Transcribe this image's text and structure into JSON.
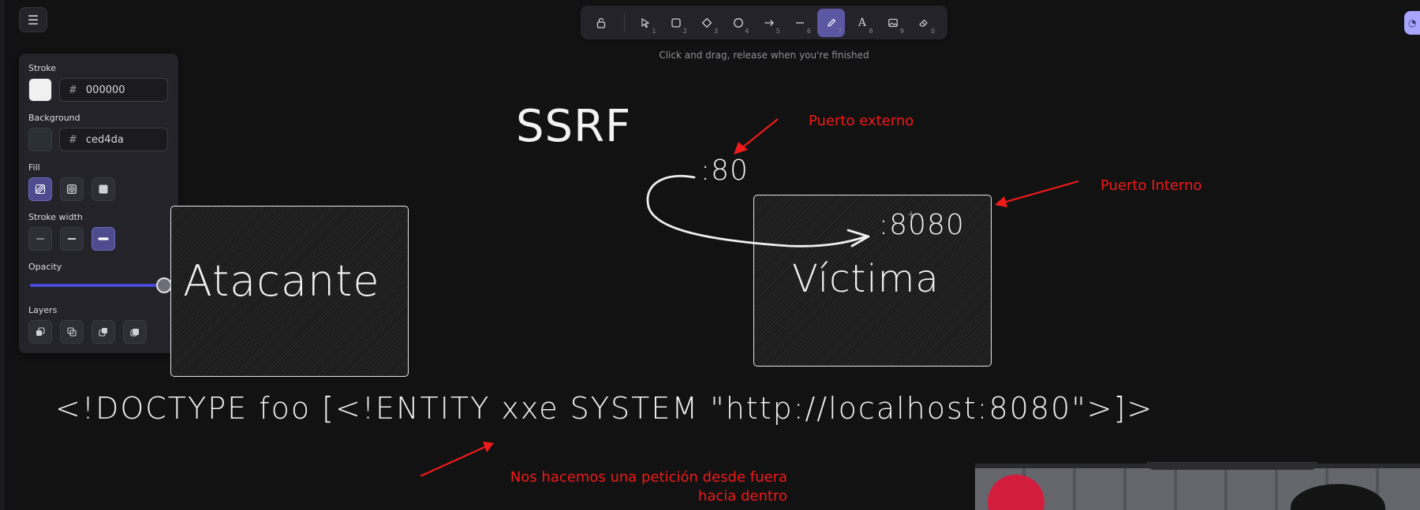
{
  "toolbar": {
    "tools": [
      {
        "name": "lock",
        "key": ""
      },
      {
        "name": "selection",
        "key": "1"
      },
      {
        "name": "rectangle",
        "key": "2"
      },
      {
        "name": "diamond",
        "key": "3"
      },
      {
        "name": "ellipse",
        "key": "4"
      },
      {
        "name": "arrow",
        "key": "5"
      },
      {
        "name": "line",
        "key": "6"
      },
      {
        "name": "draw",
        "key": "7"
      },
      {
        "name": "text",
        "key": "8"
      },
      {
        "name": "image",
        "key": "9"
      },
      {
        "name": "eraser",
        "key": "0"
      }
    ],
    "active_tool": "draw",
    "hint": "Click and drag, release when you're finished"
  },
  "properties": {
    "stroke_label": "Stroke",
    "stroke_hash": "#",
    "stroke_hex": "000000",
    "stroke_swatch": "#f0f0f0",
    "background_label": "Background",
    "background_hash": "#",
    "background_hex": "ced4da",
    "background_swatch": "#2b2f36",
    "fill_label": "Fill",
    "stroke_width_label": "Stroke width",
    "opacity_label": "Opacity",
    "opacity_value": 100,
    "layers_label": "Layers"
  },
  "canvas": {
    "title": "SSRF",
    "box_attacker": "Atacante",
    "box_victim": "Víctima",
    "port_external": ":80",
    "port_internal": ":8080",
    "payload": "<!DOCTYPE foo [<!ENTITY xxe SYSTEM \"http://localhost:8080\">]>",
    "note_external": "Puerto externo",
    "note_internal": "Puerto Interno",
    "note_request_line1": "Nos hacemos una petición desde fuera",
    "note_request_line2": "hacia dentro",
    "annotation_color": "#f01a1a"
  }
}
